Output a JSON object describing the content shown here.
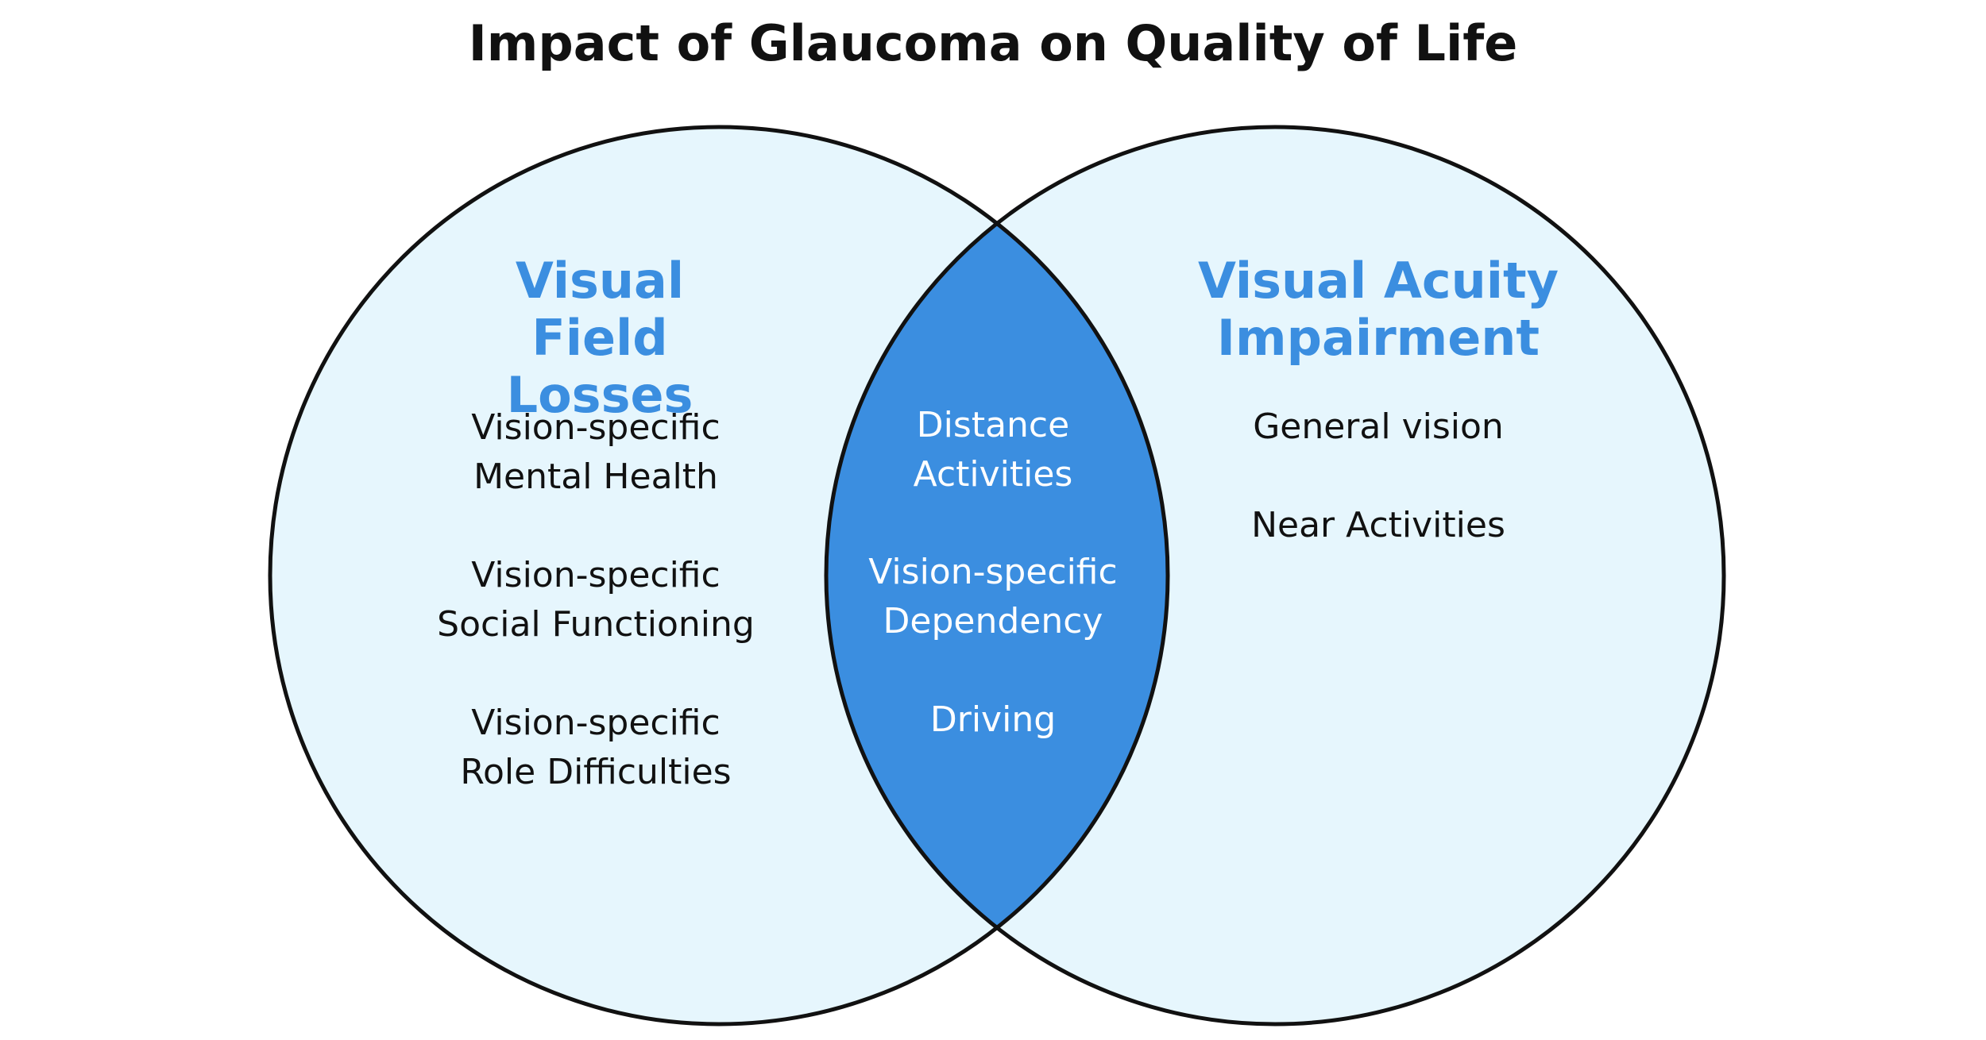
{
  "title": "Impact of Glaucoma on Quality of Life",
  "colors": {
    "circle_fill": "#e6f6fd",
    "overlap_fill": "#3b8ee0",
    "outline": "#111111",
    "heading": "#3b8ee0",
    "overlap_text": "#ffffff"
  },
  "left": {
    "heading_line1": "Visual Field",
    "heading_line2": "Losses",
    "items": [
      {
        "line1": "Vision-specific",
        "line2": "Mental Health"
      },
      {
        "line1": "Vision-specific",
        "line2": "Social Functioning"
      },
      {
        "line1": "Vision-specific",
        "line2": "Role Difficulties"
      }
    ]
  },
  "right": {
    "heading_line1": "Visual Acuity",
    "heading_line2": "Impairment",
    "items": [
      {
        "line1": "General vision"
      },
      {
        "line1": "Near Activities"
      }
    ]
  },
  "overlap": {
    "items": [
      {
        "line1": "Distance",
        "line2": "Activities"
      },
      {
        "line1": "Vision-specific",
        "line2": "Dependency"
      },
      {
        "line1": "Driving"
      }
    ]
  }
}
